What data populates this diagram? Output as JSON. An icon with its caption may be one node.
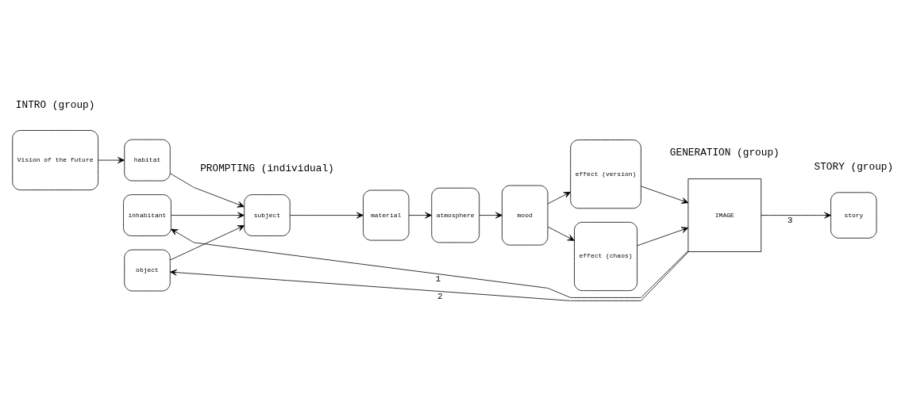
{
  "diagram": {
    "nodes": [
      {
        "text": [
          "Vision of the future"
        ]
      },
      {
        "text": [
          "habitat"
        ]
      },
      {
        "text": [
          "inhabitant"
        ]
      },
      {
        "text": [
          "object"
        ]
      },
      {
        "text": [
          "subject"
        ]
      },
      {
        "text": [
          "material"
        ]
      },
      {
        "text": [
          "atmosphere"
        ]
      },
      {
        "text": [
          "mood"
        ]
      },
      {
        "text": [
          "effect (version)"
        ]
      },
      {
        "text": [
          "effect (chaos)"
        ]
      },
      {
        "text": [
          "IMAGE"
        ]
      },
      {
        "text": [
          "story"
        ]
      }
    ],
    "edges": [
      {
        "from": 0,
        "to": 1,
        "arrow": "to"
      },
      {
        "from": 1,
        "to": 4,
        "arrow": "to"
      },
      {
        "from": 2,
        "to": 4,
        "arrow": "to"
      },
      {
        "from": 3,
        "to": 4,
        "arrow": "to"
      },
      {
        "from": 4,
        "to": 5,
        "arrow": "to"
      },
      {
        "from": 5,
        "to": 6,
        "arrow": "to"
      },
      {
        "from": 6,
        "to": 7,
        "arrow": "to"
      },
      {
        "from": 7,
        "to": 8,
        "arrow": "to"
      },
      {
        "from": 7,
        "to": 9,
        "arrow": "to"
      },
      {
        "from": 8,
        "to": 10,
        "arrow": "to"
      },
      {
        "from": 9,
        "to": 10,
        "arrow": "to"
      },
      {
        "from": 10,
        "to": 11,
        "arrow": "to",
        "label": "3"
      },
      {
        "from": 10,
        "to": 3,
        "arrow": "to",
        "label": "2"
      },
      {
        "from": 10,
        "to": 2,
        "arrow": "to",
        "label": "1"
      }
    ],
    "labels": [
      "INTRO (group)",
      "PROMPTING (individual)",
      "GENERATION (group)",
      "STORY (group)"
    ]
  }
}
